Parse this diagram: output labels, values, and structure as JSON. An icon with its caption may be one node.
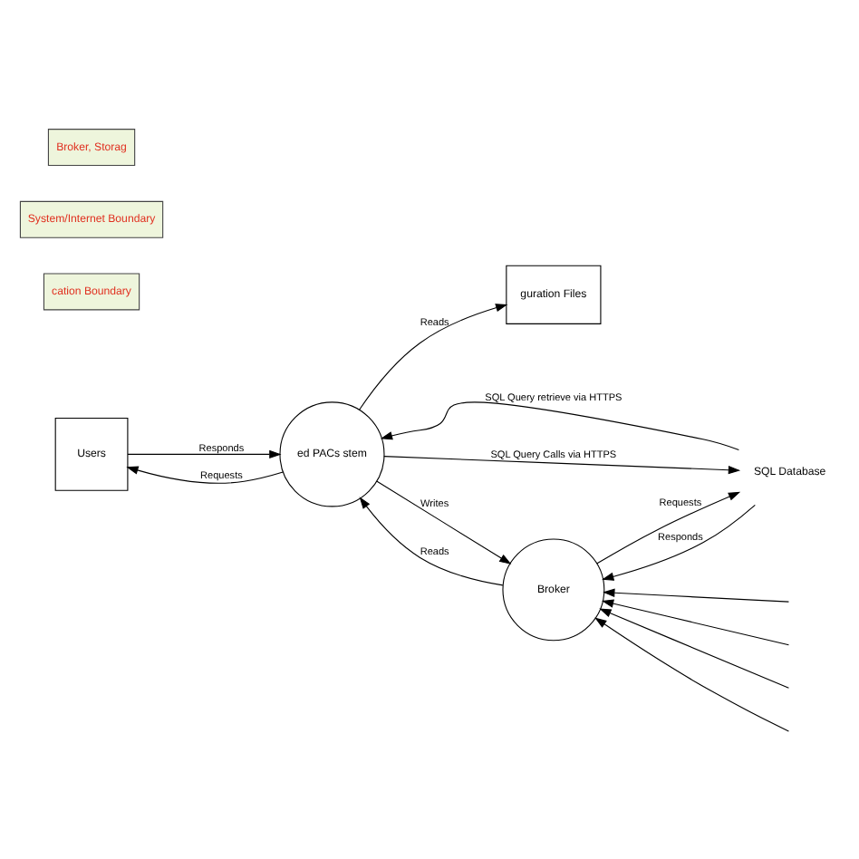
{
  "diagram": {
    "nodes": [
      {
        "text": [
          "Users"
        ]
      },
      {
        "text": [
          "ed PACs stem"
        ]
      },
      {
        "text": [
          "guration Files"
        ]
      },
      {
        "text": [
          "SQL Database"
        ]
      },
      {
        "text": [
          "Broker"
        ]
      }
    ],
    "edges": [
      {
        "from": 1,
        "to": 0,
        "arrow": "to",
        "label": "Requests"
      },
      {
        "from": 0,
        "to": 1,
        "arrow": "to",
        "label": "Responds"
      },
      {
        "from": 1,
        "to": 3,
        "arrow": "to",
        "label": "SQL Query Calls via HTTPS"
      },
      {
        "from": 3,
        "to": 1,
        "arrow": "to",
        "label": "SQL Query retrieve via HTTPS"
      },
      {
        "from": 1,
        "to": 2,
        "arrow": "to",
        "label": "Reads"
      },
      {
        "from": 4,
        "to": 1,
        "arrow": "to",
        "label": "Reads"
      },
      {
        "from": 1,
        "to": 4,
        "arrow": "to",
        "label": "Writes"
      },
      {
        "from": 4,
        "to": 3,
        "arrow": "to",
        "label": "Requests"
      },
      {
        "from": 3,
        "to": 4,
        "arrow": "to",
        "label": "Responds"
      },
      {
        "from": null,
        "to": 4,
        "arrow": "to"
      },
      {
        "from": null,
        "to": 4,
        "arrow": "to"
      },
      {
        "from": null,
        "to": 4,
        "arrow": "to"
      },
      {
        "from": null,
        "to": 4,
        "arrow": "to"
      }
    ],
    "labels": [
      "cation Boundary",
      "System/Internet Boundary",
      "Broker, Storag"
    ]
  }
}
